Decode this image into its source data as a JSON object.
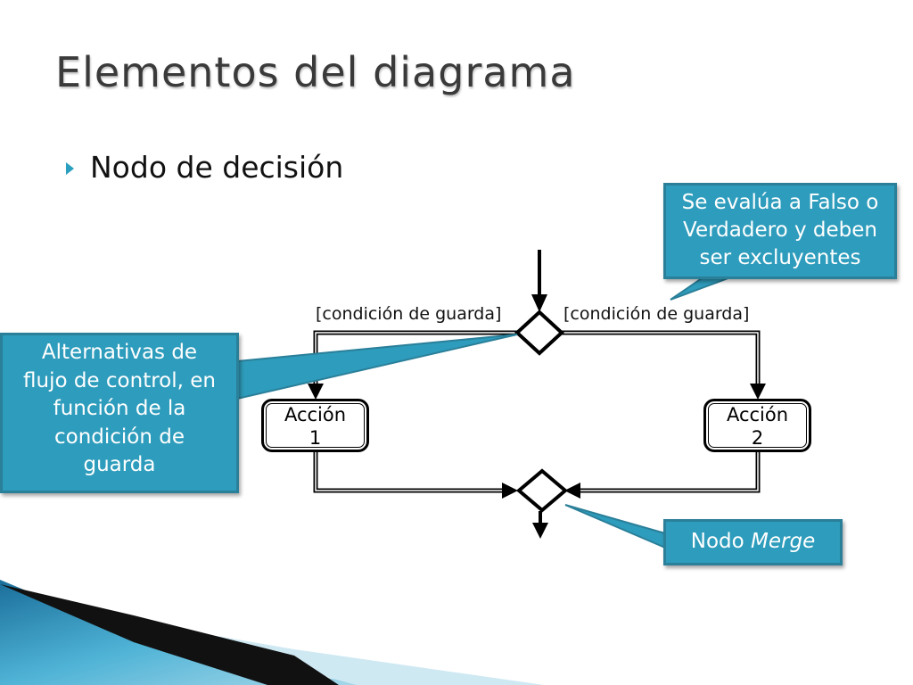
{
  "slide": {
    "title": "Elementos del diagrama",
    "bullet": "Nodo de decisión"
  },
  "callouts": {
    "top": [
      "Se evalúa a Falso o",
      "Verdadero y deben",
      "ser excluyentes"
    ],
    "left": [
      "Alternativas de",
      "flujo de control, en",
      "función de la",
      "condición de",
      "guarda"
    ],
    "merge": {
      "prefix": "Nodo ",
      "emphasis": "Merge"
    }
  },
  "diagram": {
    "guard_left": "[condición de guarda]",
    "guard_right": "[condición de guarda]",
    "action1": [
      "Acción",
      "1"
    ],
    "action2": [
      "Acción",
      "2"
    ]
  },
  "colors": {
    "accent": "#2e9cbc",
    "accent_border": "#2a7f99",
    "title": "#3a3a3a",
    "bullet_marker": "#2b9fbf"
  },
  "icons": {
    "bullet": "triangle-right-icon",
    "decision": "diamond-decision-icon",
    "merge": "diamond-merge-icon"
  }
}
